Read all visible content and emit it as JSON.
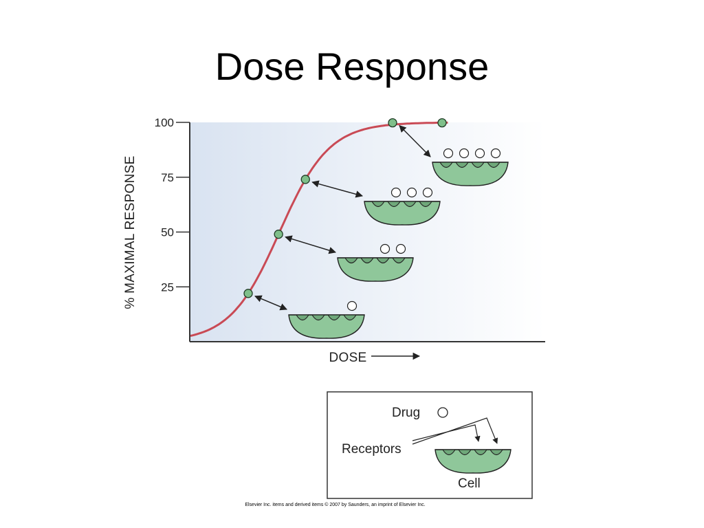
{
  "slide": {
    "title": "Dose Response"
  },
  "chart_data": {
    "type": "line",
    "title": "",
    "xlabel": "DOSE",
    "ylabel": "% MAXIMAL RESPONSE",
    "y_ticks": [
      25,
      50,
      75,
      100
    ],
    "y_tick_labels": [
      "25",
      "50",
      "75",
      "100"
    ],
    "ylim": [
      0,
      100
    ],
    "x_ticks_shown": false,
    "grid": false,
    "marked_points": [
      {
        "y": 22,
        "occupied_receptors": 1
      },
      {
        "y": 49,
        "occupied_receptors": 2
      },
      {
        "y": 74,
        "occupied_receptors": 3
      },
      {
        "y": 100,
        "occupied_receptors": 4
      },
      {
        "y": 100,
        "occupied_receptors": null
      }
    ],
    "curve_color": "#c94a55",
    "point_color": "#7fbf8a",
    "cell_color": "#8fc79a"
  },
  "legend": {
    "drug_label": "Drug",
    "receptors_label": "Receptors",
    "cell_label": "Cell"
  },
  "footer": {
    "credit": "Elsevier Inc. items and derived items © 2007 by Saunders, an imprint of Elsevier Inc."
  }
}
